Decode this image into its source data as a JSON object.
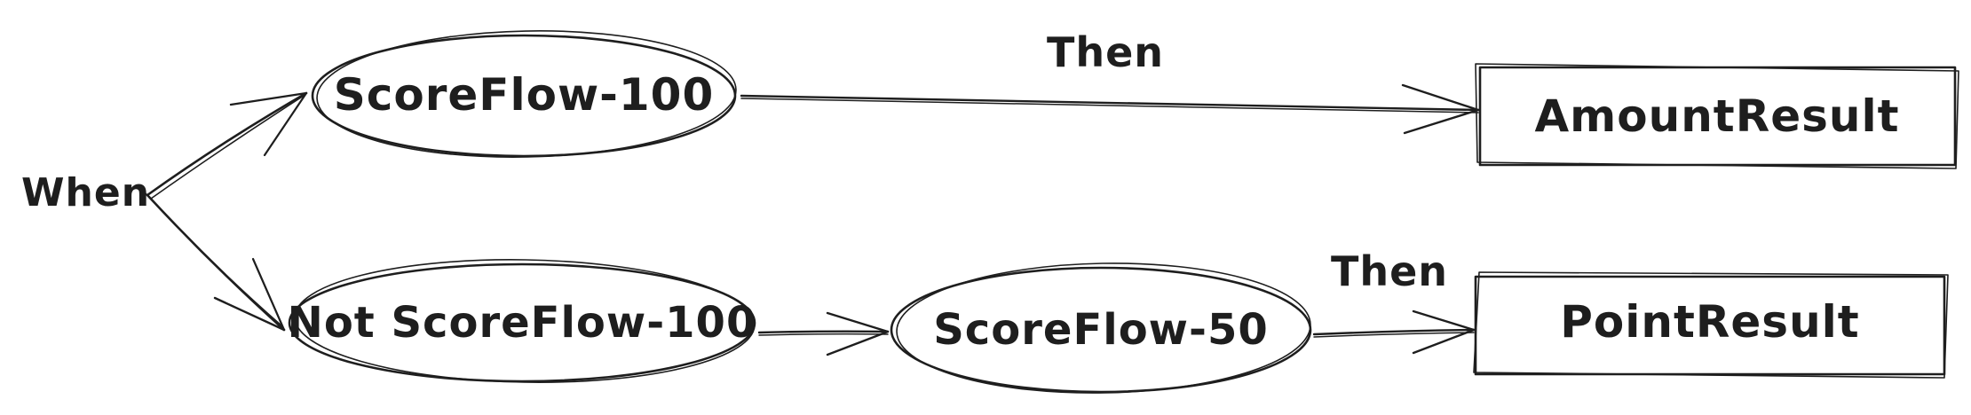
{
  "nodes": {
    "when": "When",
    "score_flow_100": "ScoreFlow-100",
    "not_score_flow_100": "Not ScoreFlow-100",
    "score_flow_50": "ScoreFlow-50",
    "amount_result": "AmountResult",
    "point_result": "PointResult"
  },
  "edges": {
    "then_top": "Then",
    "then_bottom": "Then"
  }
}
